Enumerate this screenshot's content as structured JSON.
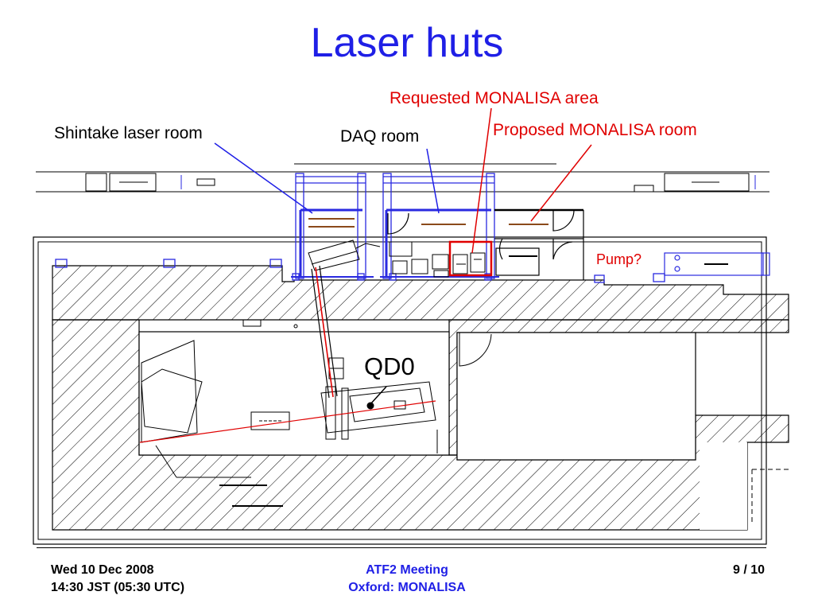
{
  "slide": {
    "title": "Laser huts",
    "page": "9 / 10"
  },
  "labels": {
    "shintake": "Shintake laser room",
    "daq": "DAQ room",
    "requested": "Requested MONALISA area",
    "proposed": "Proposed MONALISA room",
    "pump": "Pump?",
    "qd0": "QD0"
  },
  "footer": {
    "date": "Wed 10 Dec 2008",
    "time": "14:30 JST (05:30 UTC)",
    "meeting": "ATF2 Meeting",
    "location": "Oxford: MONALISA",
    "page": "9 / 10"
  },
  "colors": {
    "title": "#1f1fe6",
    "annotation_red": "#e00000",
    "leader_blue": "#1f1fe6",
    "wall_hatch": "#000000",
    "room_blue": "#2a2ae0",
    "shelf_brown": "#8b4a1a"
  }
}
